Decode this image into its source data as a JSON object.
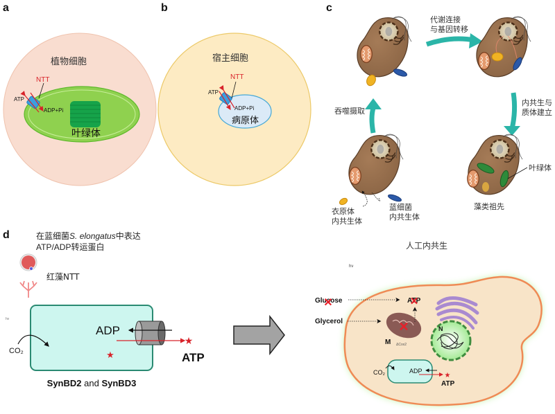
{
  "panels": {
    "a": {
      "label": "a",
      "cell_title": "植物细胞",
      "organelle": "叶绿体",
      "transporter": "NTT",
      "atp": "ATP",
      "adp_pi": "ADP+Pi",
      "colors": {
        "cell": "#f9ddd0",
        "organelle": "#8fd14f",
        "grana": "#16a34a",
        "transporter": "#3b9fe0"
      }
    },
    "b": {
      "label": "b",
      "cell_title": "宿主细胞",
      "organelle": "病原体",
      "transporter": "NTT",
      "atp": "ATP",
      "adp_pi": "ADP+Pi",
      "colors": {
        "cell": "#fdebc3",
        "organelle": "#dbeaf7",
        "transporter": "#3b9fe0"
      }
    },
    "c": {
      "label": "c",
      "step_top": [
        "代谢连接",
        "与基因转移"
      ],
      "step_right": [
        "内共生与",
        "质体建立"
      ],
      "step_left": "吞噬摄取",
      "chloroplast_label": "叶绿体",
      "ancestor_label": "藻类祖先",
      "endosymbiont_a": [
        "衣原体",
        "内共生体"
      ],
      "endosymbiont_b": [
        "蓝细菌",
        "内共生体"
      ],
      "colors": {
        "cell": "#9a7250",
        "arrow": "#2bb5a8",
        "chlamydia": "#f0b323",
        "cyanobacteria": "#2b59a8",
        "plastid": "#2e8a3a"
      }
    },
    "d": {
      "label": "d",
      "heading_line1_pre": "在蓝细菌",
      "heading_line1_species": "S. elongatus",
      "heading_line1_post": "中表达",
      "heading_line2": "ATP/ADP转运蛋白",
      "ntt_source": "红藻NTT",
      "hv": "hν",
      "co2": "CO₂",
      "adp": "ADP",
      "atp": "ATP",
      "strain_caption": {
        "s1": "SynBD2",
        "and": "and",
        "s2": "SynBD3"
      },
      "right_title": "人工内共生",
      "glucose": "Glucose",
      "glycerol": "Glycerol",
      "mito_label": "M",
      "mito_mutation": "ΔCox2",
      "nucleus_label": "N",
      "colors": {
        "cyanobacterium": "#cdf6ef",
        "cyano_border": "#2a8a72",
        "yeast": "#f8e4c8",
        "yeast_border": "#ef8a55",
        "glow": "#b7ef9a",
        "golgi": "#a98ad0",
        "mito": "#8a5a55",
        "cross": "#e8202a"
      }
    }
  }
}
